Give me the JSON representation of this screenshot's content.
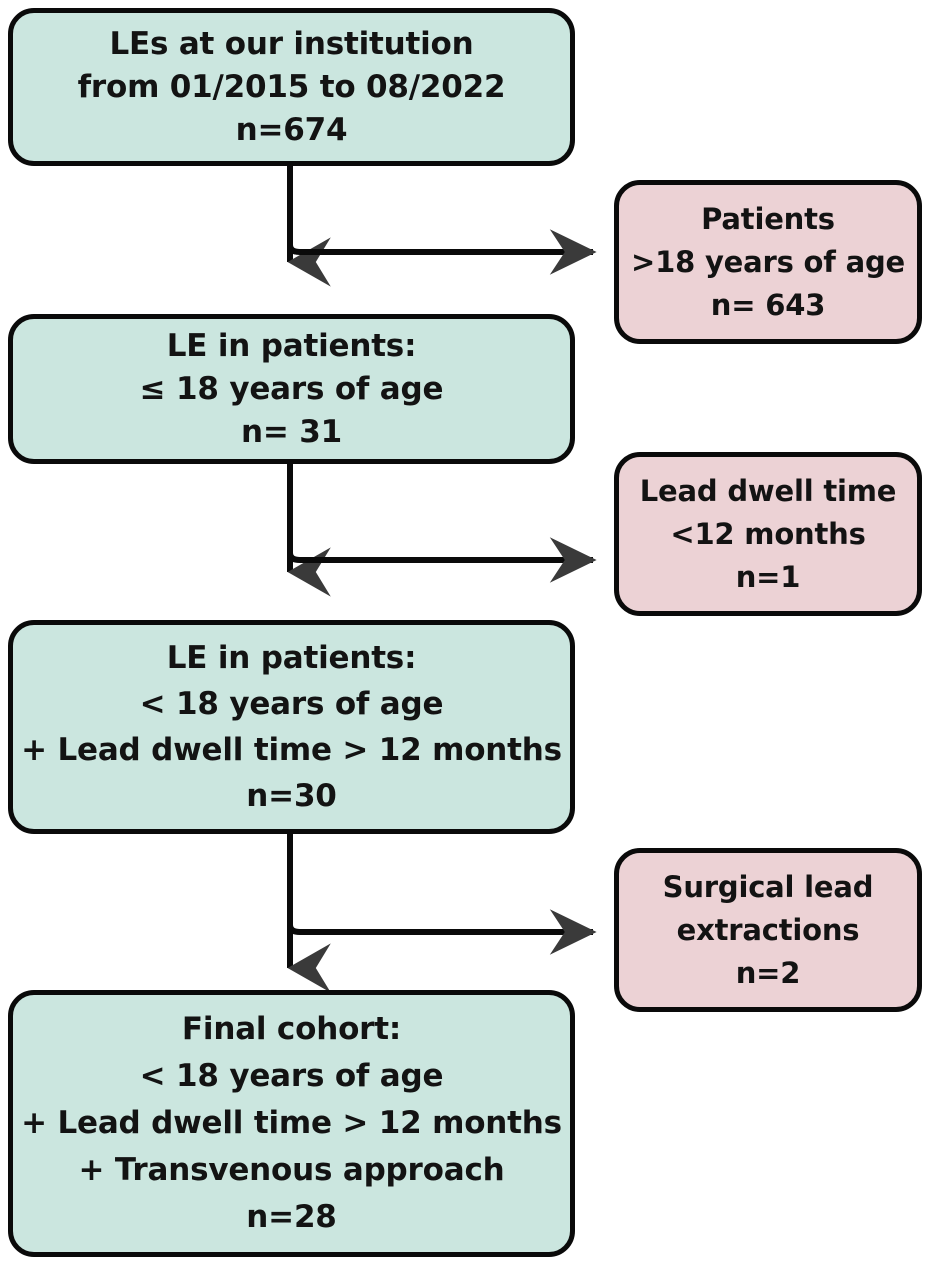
{
  "diagram": {
    "type": "patient-selection-flowchart",
    "colors": {
      "included_fill": "#cbe6df",
      "excluded_fill": "#ecd2d5",
      "border": "#0a0a0a",
      "arrow": "#3a3a3a",
      "text": "#131313"
    },
    "included_nodes": [
      {
        "id": "total-cohort",
        "lines": [
          "LEs at our institution",
          "from 01/2015 to 08/2022",
          "n=674"
        ],
        "n": 674
      },
      {
        "id": "pediatric-cohort",
        "lines": [
          "LE in patients:",
          "≤ 18 years of age",
          "n= 31"
        ],
        "n": 31
      },
      {
        "id": "dwell-time-cohort",
        "lines": [
          "LE in patients:",
          "< 18 years of age",
          "+ Lead dwell time > 12 months",
          "n=30"
        ],
        "n": 30
      },
      {
        "id": "final-cohort",
        "lines": [
          "Final cohort:",
          "< 18 years of age",
          "+ Lead dwell time > 12 months",
          "+ Transvenous approach",
          "n=28"
        ],
        "n": 28
      }
    ],
    "excluded_nodes": [
      {
        "id": "excluded-adults",
        "lines": [
          "Patients",
          ">18 years of age",
          "n= 643"
        ],
        "n": 643
      },
      {
        "id": "excluded-short-dwell",
        "lines": [
          "Lead dwell time",
          "<12 months",
          "n=1"
        ],
        "n": 1
      },
      {
        "id": "excluded-surgical",
        "lines": [
          "Surgical lead",
          "extractions",
          "n=2"
        ],
        "n": 2
      }
    ]
  }
}
